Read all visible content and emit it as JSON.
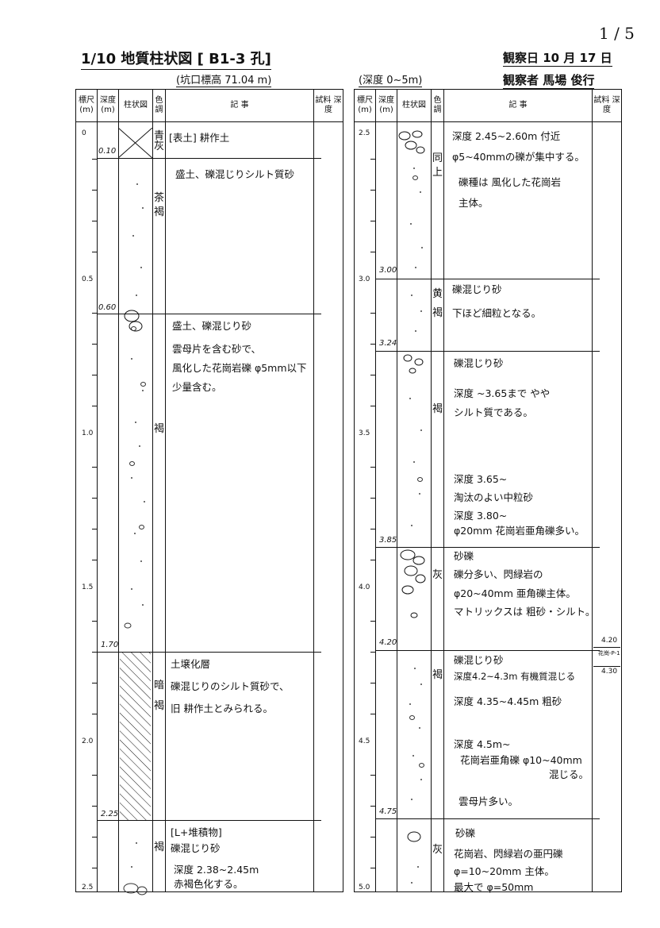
{
  "page_number": "1 / 5",
  "title": "1/10 地質柱状図 [ B1-3 孔]",
  "elevation": "(坑口標高 71.04 m)",
  "depth_range": "(深度 0~5m)",
  "observation_date": "観察日 10 月 17 日",
  "observer": "観察者 馬場 俊行",
  "headers": {
    "scale": "標尺 (m)",
    "depth": "深度 (m)",
    "column": "柱状図",
    "color": "色調",
    "description": "記 事",
    "sample": "試料 深度"
  },
  "left_panel": {
    "scale_labels": [
      "0",
      "0.5",
      "1.0",
      "1.5",
      "2.0",
      "2.5"
    ],
    "depth_marks": [
      "0.10",
      "0.60",
      "1.70",
      "2.25"
    ],
    "colors": [
      "青灰",
      "茶褐",
      "褐",
      "暗褐",
      "褐"
    ],
    "descriptions": [
      [
        "[表土] 耕作土"
      ],
      [
        "盛土、礫混じりシルト質砂"
      ],
      [
        "盛土、礫混じり砂",
        "雲母片を含む砂で、",
        "風化した花崗岩礫 φ5mm以下",
        "少量含む。"
      ],
      [
        "土壌化層",
        "礫混じりのシルト質砂で、",
        "旧 耕作土とみられる。"
      ],
      [
        "[L+堆積物]",
        "礫混じり砂",
        "深度 2.38~2.45m",
        "赤褐色化する。"
      ]
    ]
  },
  "right_panel": {
    "scale_labels": [
      "2.5",
      "3.0",
      "3.5",
      "4.0",
      "4.5",
      "5.0"
    ],
    "depth_marks": [
      "3.00",
      "3.24",
      "3.85",
      "4.20",
      "4.75"
    ],
    "colors": [
      "同上",
      "黄褐",
      "褐",
      "灰",
      "褐",
      "灰"
    ],
    "descriptions": [
      [
        "深度 2.45~2.60m 付近",
        "φ5~40mmの礫が集中する。",
        "礫種は 風化した花崗岩",
        "主体。"
      ],
      [
        "礫混じり砂",
        "下ほど細粒となる。"
      ],
      [
        "礫混じり砂",
        "深度 ~3.65まで やや",
        "シルト質である。"
      ],
      [
        "深度 3.65~",
        "淘汰のよい中粒砂",
        "深度 3.80~",
        "φ20mm 花崗岩亜角礫多い。"
      ],
      [
        "砂礫",
        "礫分多い、閃緑岩の",
        "φ20~40mm 亜角礫主体。",
        "マトリックスは 粗砂・シルト。"
      ],
      [
        "礫混じり砂",
        "深度4.2~4.3m 有機質混じる",
        "深度 4.35~4.45m 粗砂",
        "深度 4.5m~",
        "花崗岩亜角礫 φ10~40mm",
        "混じる。",
        "雲母片多い。"
      ],
      [
        "砂礫",
        "花崗岩、閃緑岩の亜円礫",
        "φ=10~20mm 主体。",
        "最大で φ=50mm"
      ]
    ],
    "sample_marks": [
      "4.20",
      "花崗-P-1",
      "4.30"
    ]
  }
}
